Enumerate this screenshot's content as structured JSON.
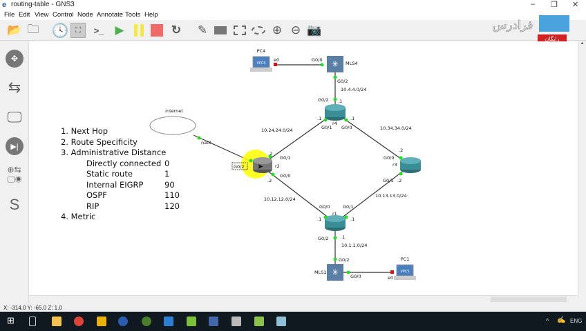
{
  "window": {
    "title": "routing-table - GNS3",
    "minimize": "–",
    "restore": "❐",
    "close": "✕"
  },
  "menu": [
    "File",
    "Edit",
    "View",
    "Control",
    "Node",
    "Annotate",
    "Tools",
    "Help"
  ],
  "toolbar": [
    "open-project-icon",
    "open-folder-icon",
    "snapshot-clock-icon",
    "show-interface-labels-icon",
    "console-icon",
    "start-icon",
    "pause-icon",
    "stop-icon",
    "reload-icon",
    "add-note-icon",
    "insert-image-icon",
    "draw-rectangle-icon",
    "draw-ellipse-icon",
    "zoom-in-icon",
    "zoom-out-icon",
    "screenshot-icon"
  ],
  "logo": {
    "text": "فرادرس",
    "badge": "رایگان"
  },
  "notes": {
    "items": [
      "1. Next Hop",
      "2. Route Specificity",
      "3. Administrative Distance",
      "4. Metric"
    ],
    "ad": [
      {
        "name": "Directly connected",
        "value": "0"
      },
      {
        "name": "Static route",
        "value": "1"
      },
      {
        "name": "Internal EIGRP",
        "value": "90"
      },
      {
        "name": "OSPF",
        "value": "110"
      },
      {
        "name": "RIP",
        "value": "120"
      }
    ]
  },
  "topology": {
    "nodes": {
      "pc4": "PC4",
      "mls4": "MLS4",
      "r4": "r4",
      "r2": "r2",
      "r3": "r3",
      "r1": "r1",
      "mls1": "MLS1",
      "pc1": "PC1",
      "internet": "internet",
      "vpcs": "VPCS"
    },
    "labels": {
      "pc4_e0": "e0",
      "mls4_g00": "G0/0",
      "mls4_g02": "G0/2",
      "net44": "10.4.4.0/24",
      "r4_g02": "G0/2",
      "r4_g02_ip": ".1",
      "r4_g01_ip": ".1",
      "r4_g01": "G0/1",
      "r4_g00": "G0/0",
      "r4_g00_ip": ".1",
      "net24": "10.24.24.0/24",
      "net34": "10.34.34.0/24",
      "nat0": "nat0",
      "r2_g02": "G0/2",
      "r2_g01_ip": ".2",
      "r2_g01": "G0/1",
      "r2_g00": "G0/0",
      "r2_g00_ip": ".2",
      "r3_g00_ip": ".2",
      "r3_g00": "G0/0",
      "r3_g01": "G0/1",
      "r3_g01_ip": ".2",
      "net12": "10.12.12.0/24",
      "net13": "10.13.13.0/24",
      "r1_g00": "G0/0",
      "r1_g01": "G0/1",
      "r1_g00_ip": ".1",
      "r1_g01_ip": ".1",
      "r1_g02": "G0/2",
      "r1_g02_ip": ".1",
      "net11": "10.1.1.0/24",
      "mls1_g02": "G0/2",
      "mls1_g00": "G0/0",
      "pc1_e0": "e0"
    }
  },
  "status": "X: -314.0 Y: -65.0 Z: 1.0",
  "tray": {
    "lang": "ENG",
    "chevron": "^"
  },
  "colors": {
    "link_up": "#22dd22",
    "link_down": "#dd1111",
    "router": "#3a8e96",
    "highlight": "#ffff00"
  }
}
